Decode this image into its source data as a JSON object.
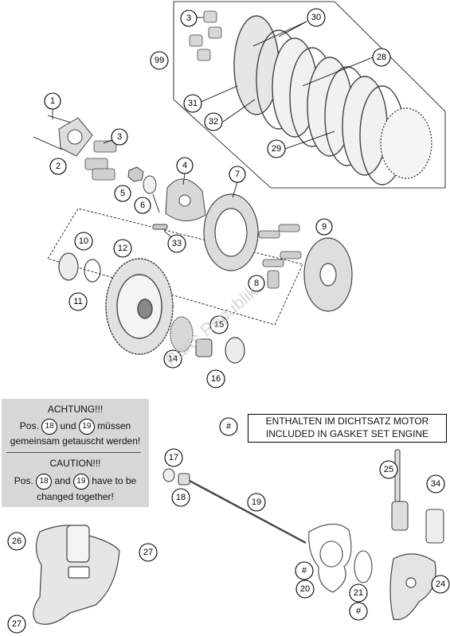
{
  "callouts": [
    {
      "id": "c3a",
      "label": "3"
    },
    {
      "id": "c30",
      "label": "30"
    },
    {
      "id": "c99",
      "label": "99"
    },
    {
      "id": "c28",
      "label": "28"
    },
    {
      "id": "c31",
      "label": "31"
    },
    {
      "id": "c32",
      "label": "32"
    },
    {
      "id": "c29",
      "label": "29"
    },
    {
      "id": "c1",
      "label": "1"
    },
    {
      "id": "c3b",
      "label": "3"
    },
    {
      "id": "c2",
      "label": "2"
    },
    {
      "id": "c4",
      "label": "4"
    },
    {
      "id": "c7",
      "label": "7"
    },
    {
      "id": "c5",
      "label": "5"
    },
    {
      "id": "c6",
      "label": "6"
    },
    {
      "id": "c9",
      "label": "9"
    },
    {
      "id": "c10",
      "label": "10"
    },
    {
      "id": "c12",
      "label": "12"
    },
    {
      "id": "c33",
      "label": "33"
    },
    {
      "id": "c8",
      "label": "8"
    },
    {
      "id": "c11",
      "label": "11"
    },
    {
      "id": "c15",
      "label": "15"
    },
    {
      "id": "c14",
      "label": "14"
    },
    {
      "id": "c16",
      "label": "16"
    },
    {
      "id": "chash1",
      "label": "#"
    },
    {
      "id": "c17",
      "label": "17"
    },
    {
      "id": "c25",
      "label": "25"
    },
    {
      "id": "c18",
      "label": "18"
    },
    {
      "id": "c19",
      "label": "19"
    },
    {
      "id": "c34",
      "label": "34"
    },
    {
      "id": "c26",
      "label": "26"
    },
    {
      "id": "c27a",
      "label": "27"
    },
    {
      "id": "chash2",
      "label": "#"
    },
    {
      "id": "c20",
      "label": "20"
    },
    {
      "id": "c21",
      "label": "21"
    },
    {
      "id": "c24",
      "label": "24"
    },
    {
      "id": "chash3",
      "label": "#"
    },
    {
      "id": "c27b",
      "label": "27"
    }
  ],
  "warning": {
    "title_de": "ACHTUNG!!!",
    "de_line1_pre": "Pos.",
    "de_ref_a": "18",
    "de_line1_mid": "und",
    "de_ref_b": "19",
    "de_line1_post": "müssen",
    "de_line2": "gemeinsam getauscht werden!",
    "title_en": "CAUTION!!!",
    "en_line1_pre": "Pos.",
    "en_ref_a": "18",
    "en_line1_mid": "and",
    "en_ref_b": "19",
    "en_line1_post": "have to be",
    "en_line2": "changed together!"
  },
  "legend": {
    "symbol": "#",
    "line1": "ENTHALTEN IM DICHTSATZ MOTOR",
    "line2": "INCLUDED IN GASKET SET ENGINE"
  },
  "watermark": "Parts Republik",
  "colors": {
    "text": "#000000",
    "warning_bg": "#d7d7d7",
    "part_fill": "#ececec",
    "part_dark": "#bcbcbc"
  }
}
